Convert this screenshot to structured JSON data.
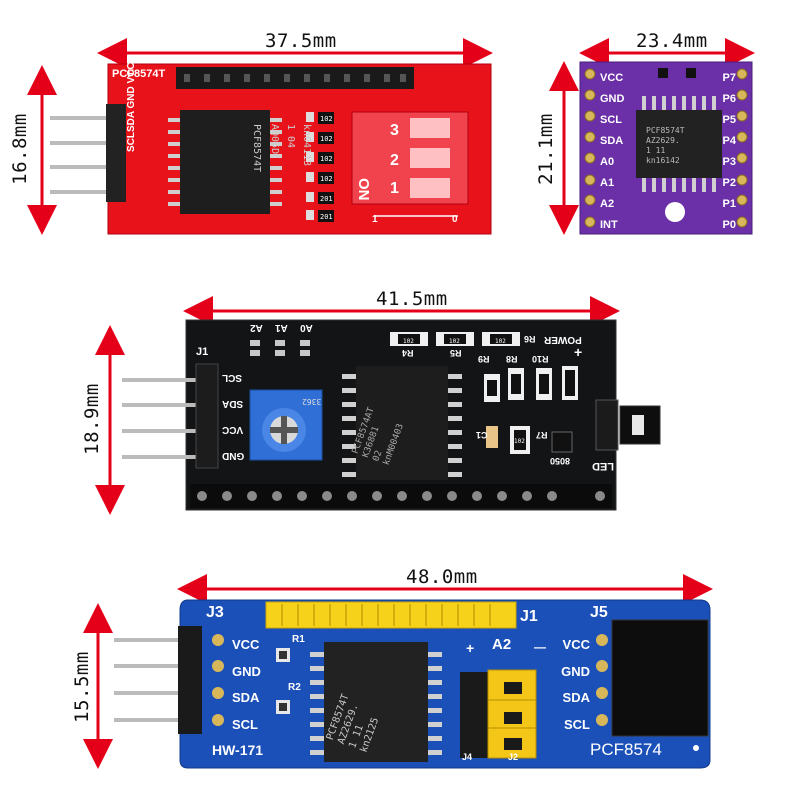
{
  "red_module": {
    "width_label": "37.5mm",
    "height_label": "16.8mm",
    "silk_title": "PCF8574T",
    "pin_labels": "SCLSDA GND VCC",
    "chip_text": [
      "PCF8574T",
      "AQ05D",
      "1   04",
      "kn04113"
    ],
    "resistor_labels": [
      "102",
      "102",
      "102",
      "102",
      "201",
      "201"
    ],
    "switch_on": "ON",
    "switch_nums": [
      "1",
      "2",
      "3"
    ],
    "switch_scale_left": "1",
    "switch_scale_right": "0"
  },
  "purple_module": {
    "width_label": "23.4mm",
    "height_label": "21.1mm",
    "left_pins": [
      "VCC",
      "GND",
      "SCL",
      "SDA",
      "A0",
      "A1",
      "A2",
      "INT"
    ],
    "right_pins": [
      "P7",
      "P6",
      "P5",
      "P4",
      "P3",
      "P2",
      "P1",
      "P0"
    ],
    "chip_text": [
      "PCF8574T",
      "AZ2629.",
      "1      11",
      "kn16142"
    ]
  },
  "black_module": {
    "width_label": "41.5mm",
    "height_label": "18.9mm",
    "j1": "J1",
    "pin_labels": [
      "SCL",
      "SDA",
      "VCC",
      "GND"
    ],
    "addr_labels": [
      "A2",
      "A1",
      "A0"
    ],
    "resistor_labels": [
      "R4",
      "R5",
      "R9",
      "R8",
      "R10"
    ],
    "r6": "R6",
    "power": "POWER",
    "plus": "+",
    "pot_text": "3362",
    "chip_text": [
      "PCF8574AT",
      "K36881",
      "02",
      "knM00403"
    ],
    "c1": "C1",
    "r7": "R7",
    "transistor": "8050",
    "led": "LED",
    "small_codes": [
      "102",
      "102",
      "102",
      "102"
    ]
  },
  "blue_module": {
    "width_label": "48.0mm",
    "height_label": "15.5mm",
    "j3": "J3",
    "j1": "J1",
    "j5": "J5",
    "pins": [
      "VCC",
      "GND",
      "SDA",
      "SCL"
    ],
    "r1": "R1",
    "r2": "R2",
    "a2": "A2",
    "plus": "+",
    "minus": "—",
    "j4": "J4",
    "j2": "J2",
    "model": "HW-171",
    "bottom_right": "PCF8574",
    "chip_text": [
      "PCF8574T",
      "AZ2629.",
      "1    11",
      "kn2125"
    ]
  }
}
